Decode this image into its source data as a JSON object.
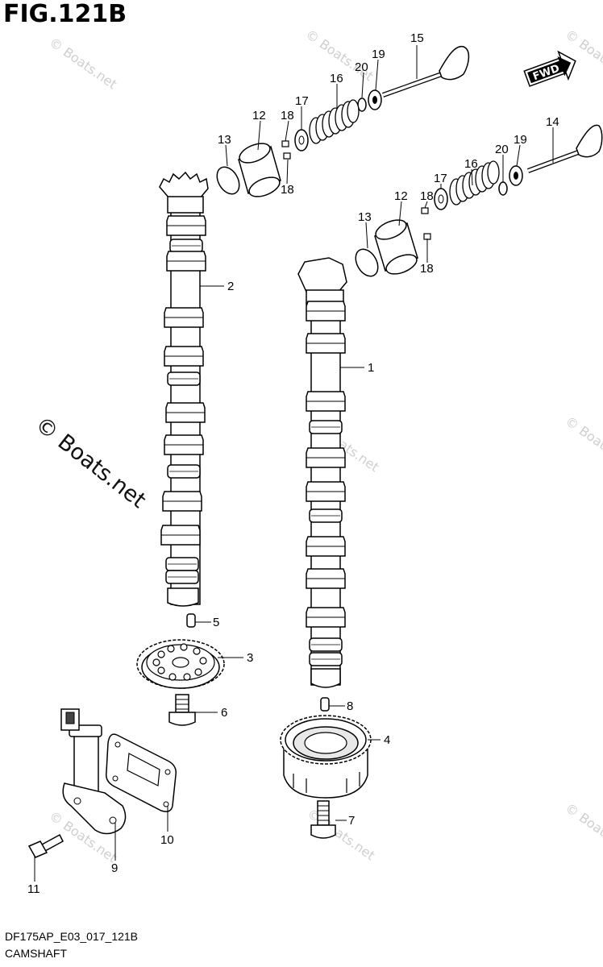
{
  "title": "FIG.121B",
  "footer": {
    "code": "DF175AP_E03_017_121B",
    "name": "CAMSHAFT"
  },
  "badge": {
    "text": "FWD"
  },
  "watermarks": {
    "small": "© Boats.net",
    "large": "© Boats.net"
  },
  "callouts": [
    {
      "id": "c15",
      "text": "15"
    },
    {
      "id": "c19a",
      "text": "19"
    },
    {
      "id": "c20a",
      "text": "20"
    },
    {
      "id": "c16a",
      "text": "16"
    },
    {
      "id": "c17a",
      "text": "17"
    },
    {
      "id": "c18a",
      "text": "18"
    },
    {
      "id": "c12a",
      "text": "12"
    },
    {
      "id": "c13a",
      "text": "13"
    },
    {
      "id": "c18b",
      "text": "18"
    },
    {
      "id": "c14",
      "text": "14"
    },
    {
      "id": "c19b",
      "text": "19"
    },
    {
      "id": "c20b",
      "text": "20"
    },
    {
      "id": "c16b",
      "text": "16"
    },
    {
      "id": "c17b",
      "text": "17"
    },
    {
      "id": "c18c",
      "text": "18"
    },
    {
      "id": "c12b",
      "text": "12"
    },
    {
      "id": "c13b",
      "text": "13"
    },
    {
      "id": "c18d",
      "text": "18"
    },
    {
      "id": "c2",
      "text": "2"
    },
    {
      "id": "c1",
      "text": "1"
    },
    {
      "id": "c5",
      "text": "5"
    },
    {
      "id": "c3",
      "text": "3"
    },
    {
      "id": "c6",
      "text": "6"
    },
    {
      "id": "c8",
      "text": "8"
    },
    {
      "id": "c4",
      "text": "4"
    },
    {
      "id": "c10",
      "text": "10"
    },
    {
      "id": "c7",
      "text": "7"
    },
    {
      "id": "c9",
      "text": "9"
    },
    {
      "id": "c11",
      "text": "11"
    }
  ]
}
